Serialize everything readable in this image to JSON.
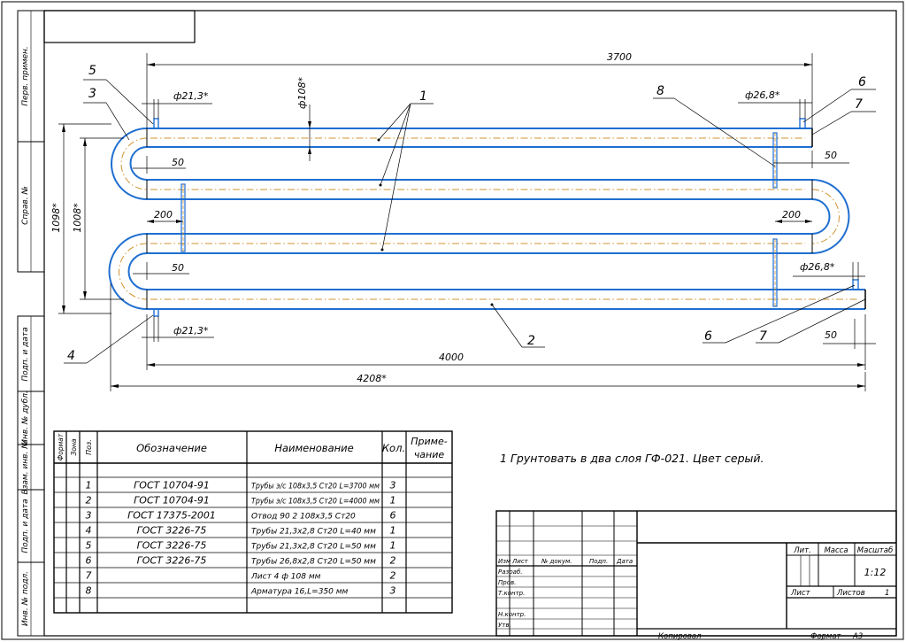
{
  "stamps": {
    "left": [
      "Перв. примен.",
      "Справ. №",
      "Подп. и дата",
      "Инв. № дубл.",
      "Взам. инв. №",
      "Подп. и дата",
      "Инв. № подл."
    ],
    "top_block": ""
  },
  "dimensions": {
    "d_top_length": "3700",
    "d_total_length": "4000",
    "d_overall_length": "4208*",
    "d_height_1": "1098*",
    "d_height_2": "1008*",
    "d_pipe_dia": "ф108*",
    "d_nozzle_left_top": "ф21,3*",
    "d_nozzle_left_bottom": "ф21,3*",
    "d_nozzle_right_top": "ф26,8*",
    "d_nozzle_right_bottom": "ф26,8*",
    "d_50_a": "50",
    "d_50_b": "50",
    "d_50_c": "50",
    "d_50_d": "50",
    "d_200_a": "200",
    "d_200_b": "200"
  },
  "callouts": {
    "c1": "1",
    "c2": "2",
    "c3": "3",
    "c4": "4",
    "c5": "5",
    "c6a": "6",
    "c6b": "6",
    "c7a": "7",
    "c7b": "7",
    "c8": "8"
  },
  "note": "1 Грунтовать в два слоя ГФ-021. Цвет серый.",
  "spec": {
    "headers": {
      "format": "Формат",
      "zone": "Зона",
      "pos": "Поз.",
      "designation": "Обозначение",
      "name": "Наименование",
      "qty": "Кол.",
      "note": "Приме-\nчание"
    },
    "rows": [
      {
        "pos": "1",
        "designation": "ГОСТ 10704-91",
        "name": "Трубы э/с 108х3,5 Ст20 L=3700 мм",
        "qty": "3"
      },
      {
        "pos": "2",
        "designation": "ГОСТ 10704-91",
        "name": "Трубы э/с 108х3,5 Ст20 L=4000 мм",
        "qty": "1"
      },
      {
        "pos": "3",
        "designation": "ГОСТ 17375-2001",
        "name": "Отвод 90 2   108х3,5 Ст20",
        "qty": "6"
      },
      {
        "pos": "4",
        "designation": "ГОСТ 3226-75",
        "name": "Трубы 21,3х2,8 Ст20 L=40 мм",
        "qty": "1"
      },
      {
        "pos": "5",
        "designation": "ГОСТ 3226-75",
        "name": "Трубы 21,3х2,8 Ст20 L=50 мм",
        "qty": "1"
      },
      {
        "pos": "6",
        "designation": "ГОСТ 3226-75",
        "name": "Трубы 26,8х2,8 Ст20 L=50 мм",
        "qty": "2"
      },
      {
        "pos": "7",
        "designation": "",
        "name": "Лист 4 ф 108 мм",
        "qty": "2"
      },
      {
        "pos": "8",
        "designation": "",
        "name": "Арматура 16,L=350 мм",
        "qty": "3"
      }
    ]
  },
  "titleblock": {
    "izm": "Изм",
    "list": "Лист",
    "doc": "№ докум.",
    "sign": "Подп.",
    "date": "Дата",
    "razrab": "Разраб.",
    "prov": "Пров.",
    "tkontr": "Т.контр.",
    "nkontr": "Н.контр.",
    "utv": "Утв.",
    "lit": "Лит.",
    "massa": "Масса",
    "masshtab": "Масштаб",
    "scale": "1:12",
    "sheet": "Лист",
    "sheets": "Листов",
    "sheets_val": "1",
    "copied": "Копировал",
    "format": "Формат",
    "format_val": "А3"
  }
}
